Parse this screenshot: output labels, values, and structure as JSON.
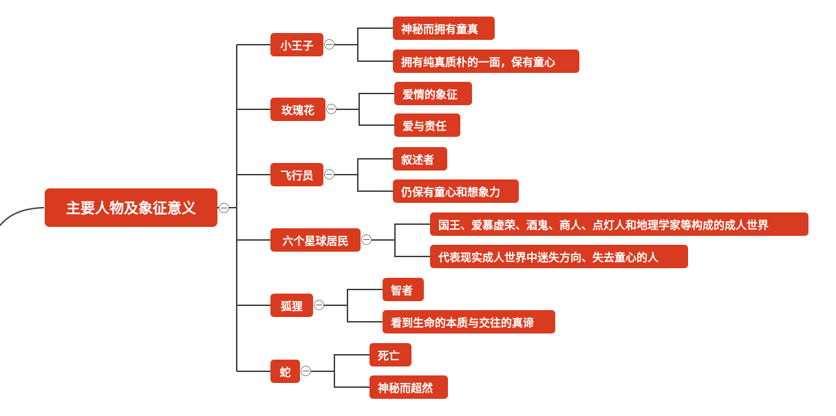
{
  "mindmap": {
    "root": {
      "label": "主要人物及象征意义"
    },
    "branches": [
      {
        "label": "小王子",
        "children": [
          "神秘而拥有童真",
          "拥有纯真质朴的一面，保有童心"
        ]
      },
      {
        "label": "玫瑰花",
        "children": [
          "爱情的象征",
          "爱与责任"
        ]
      },
      {
        "label": "飞行员",
        "children": [
          "叙述者",
          "仍保有童心和想象力"
        ]
      },
      {
        "label": "六个星球居民",
        "children": [
          "国王、爱慕虚荣、酒鬼、商人、点灯人和地理学家等构成的成人世界",
          "代表现实成人世界中迷失方向、失去童心的人"
        ]
      },
      {
        "label": "狐狸",
        "children": [
          "智者",
          "看到生命的本质与交往的真谛"
        ]
      },
      {
        "label": "蛇",
        "children": [
          "死亡",
          "神秘而超然"
        ]
      }
    ],
    "colors": {
      "node": "#d83b1f",
      "text": "#ffffff",
      "line": "#3d3d3d"
    }
  }
}
